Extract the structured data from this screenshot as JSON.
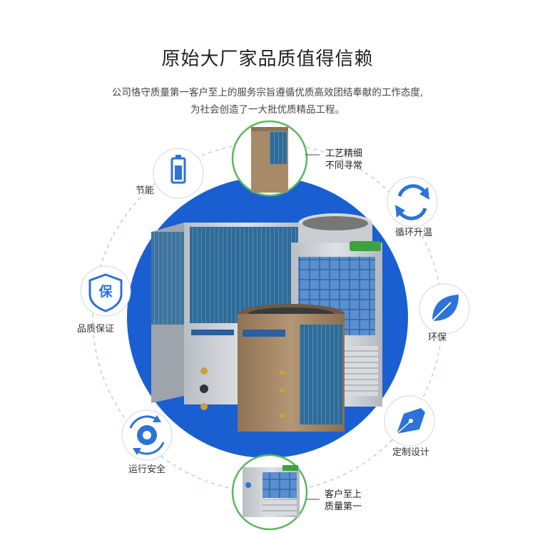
{
  "header": {
    "title": "原始大厂家品质值得信赖",
    "subtitle_line1": "公司恪守质量第一客户至上的服务宗旨遵循优质高效团结奉献的工作态度,",
    "subtitle_line2": "为社会创造了一大批优质精品工程。"
  },
  "features": {
    "energy_saving": {
      "label": "节能",
      "icon": "battery-icon"
    },
    "quality": {
      "label": "品质保证",
      "icon": "shield-icon",
      "glyph": "保"
    },
    "safe_operation": {
      "label": "运行安全",
      "icon": "gear-cycle-icon"
    },
    "circulation": {
      "label": "循环升温",
      "icon": "recycle-arrows-icon"
    },
    "eco": {
      "label": "环保",
      "icon": "leaf-icon"
    },
    "custom_design": {
      "label": "定制设计",
      "icon": "pen-nib-icon"
    }
  },
  "callouts": {
    "top": {
      "line1": "工艺精细",
      "line2": "不同寻常"
    },
    "bottom": {
      "line1": "客户至上",
      "line2": "质量第一"
    }
  },
  "colors": {
    "primary_blue": "#1a5fd1",
    "icon_blue": "#2c73d8",
    "dashed_ring": "#b9cde8",
    "unit_gold": "#a78a68",
    "unit_silver": "#c9cdd2",
    "fin_blue": "#2f6c9a"
  }
}
